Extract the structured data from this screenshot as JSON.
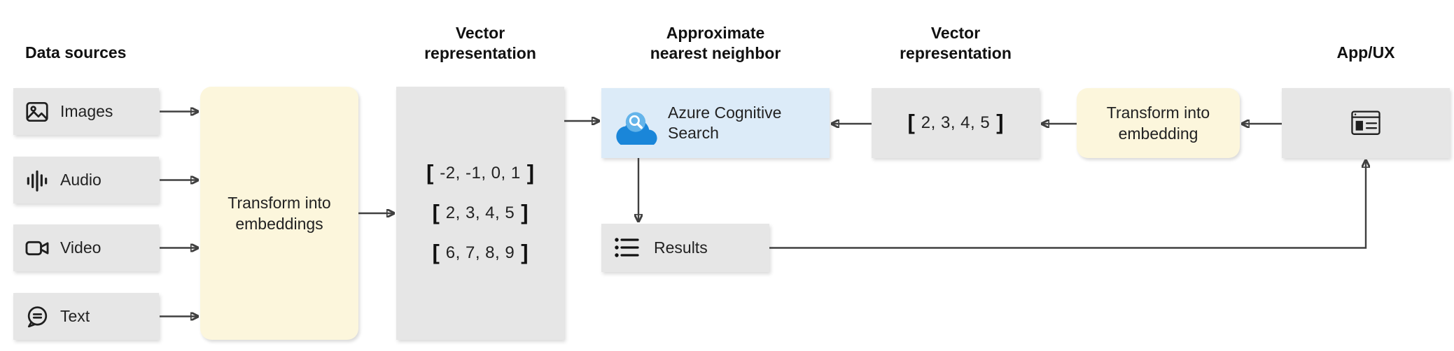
{
  "headings": {
    "data_sources": "Data sources",
    "vector_representation_left": "Vector\nrepresentation",
    "approximate_nearest_neighbor": "Approximate\nnearest neighbor",
    "vector_representation_right": "Vector\nrepresentation",
    "app_ux": "App/UX"
  },
  "data_sources": {
    "items": [
      {
        "label": "Images",
        "icon": "image-icon"
      },
      {
        "label": "Audio",
        "icon": "audio-icon"
      },
      {
        "label": "Video",
        "icon": "video-icon"
      },
      {
        "label": "Text",
        "icon": "text-icon"
      }
    ]
  },
  "embedding_steps": {
    "left_label": "Transform into embeddings",
    "right_label": "Transform into embedding"
  },
  "vector_store": {
    "open_bracket": "[",
    "close_bracket": "]",
    "rows": [
      "-2, -1, 0, 1",
      "2, 3, 4, 5",
      "6, 7, 8, 9"
    ],
    "query_vector": "2, 3, 4, 5"
  },
  "search": {
    "label": "Azure Cognitive Search",
    "icon": "azure-search-cloud-icon"
  },
  "results": {
    "label": "Results",
    "icon": "bulleted-list-icon"
  },
  "app": {
    "icon": "browser-window-icon"
  },
  "colors": {
    "box_gray": "#e6e6e6",
    "box_yellow": "#fcf6dc",
    "box_blue": "#dcebf8",
    "arrow": "#404040",
    "text": "#1f1f1f",
    "azure_cloud": "#1a86d9",
    "azure_circle": "#64b4ea"
  }
}
